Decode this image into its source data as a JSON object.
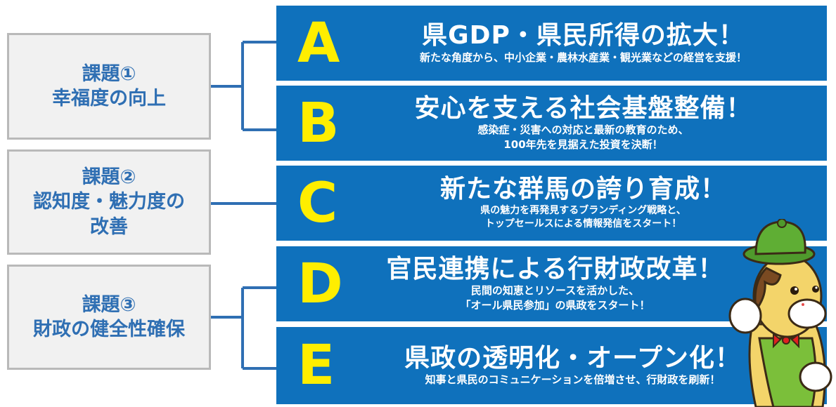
{
  "issues": [
    {
      "line1": "課題①",
      "line2": "幸福度の向上",
      "line3": ""
    },
    {
      "line1": "課題②",
      "line2": "認知度・魅力度の",
      "line3": "改善"
    },
    {
      "line1": "課題③",
      "line2": "財政の健全性確保",
      "line3": ""
    }
  ],
  "banners": [
    {
      "letter": "A",
      "headline": "県GDP・県民所得の拡大！",
      "sub1": "新たな角度から、中小企業・農林水産業・観光業などの経営を支援！",
      "sub2": ""
    },
    {
      "letter": "B",
      "headline": "安心を支える社会基盤整備！",
      "sub1": "感染症・災害への対応と最新の教育のため、",
      "sub2": "100年先を見据えた投資を決断！"
    },
    {
      "letter": "C",
      "headline": "新たな群馬の誇り育成！",
      "sub1": "県の魅力を再発見するブランディング戦略と、",
      "sub2": "トップセールスによる情報発信をスタート！"
    },
    {
      "letter": "D",
      "headline": "官民連携による行財政改革！",
      "sub1": "民間の知恵とリソースを活かした、",
      "sub2": "「オール県民参加」の県政をスタート！"
    },
    {
      "letter": "E",
      "headline": "県政の透明化・オープン化！",
      "sub1": "知事と県民のコミュニケーションを倍増させ、行財政を刷新！",
      "sub2": ""
    }
  ],
  "colors": {
    "banner_bg": "#0f71bc",
    "letter": "#ffee00",
    "issue_text": "#2f6fb3",
    "issue_bg": "#f1f1f1",
    "issue_border": "#b9b9b9"
  },
  "icons": {
    "mascot": "horse-mascot-illustration"
  }
}
